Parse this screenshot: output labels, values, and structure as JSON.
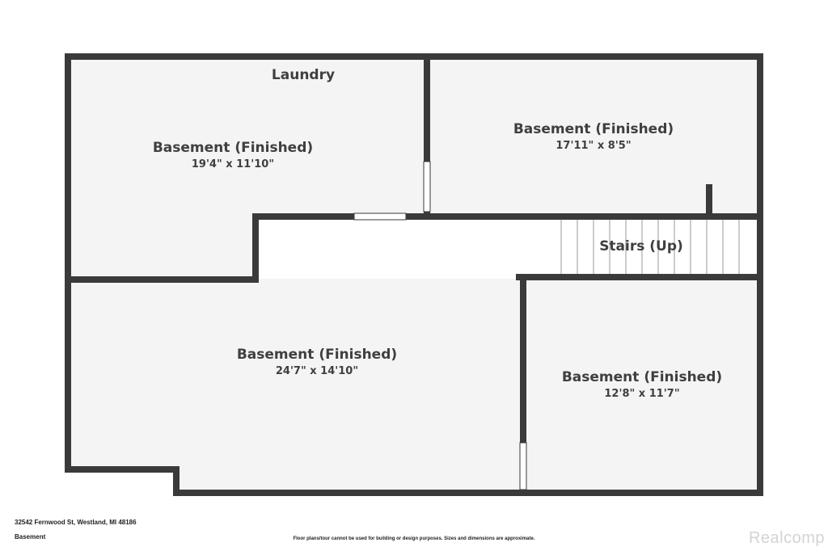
{
  "rooms": {
    "laundry": {
      "name": "Laundry"
    },
    "basement_top_left": {
      "name": "Basement (Finished)",
      "dims": "19'4\" x 11'10\""
    },
    "basement_top_right": {
      "name": "Basement (Finished)",
      "dims": "17'11\" x 8'5\""
    },
    "stairs": {
      "name": "Stairs (Up)"
    },
    "basement_main": {
      "name": "Basement (Finished)",
      "dims": "24'7\" x 14'10\""
    },
    "basement_bottom_right": {
      "name": "Basement (Finished)",
      "dims": "12'8\" x 11'7\""
    }
  },
  "footer": {
    "address": "32542 Fernwood St, Westland, MI 48186",
    "level": "Basement",
    "disclaimer": "Floor plans/tour cannot be used for building or design purposes. Sizes and dimensions are approximate.",
    "logo": "Realcomp"
  },
  "colors": {
    "wall": "#3a3a3a",
    "floor": "#f4f4f4",
    "text": "#3f3f3f"
  }
}
